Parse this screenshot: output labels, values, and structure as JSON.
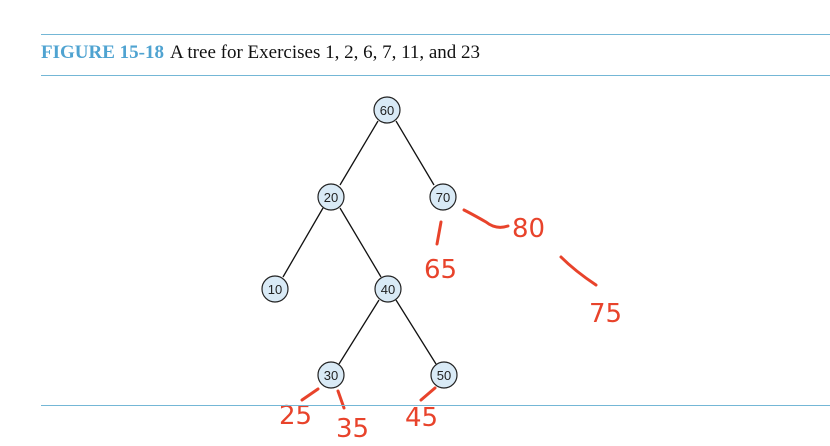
{
  "figure": {
    "label": "FIGURE 15-18",
    "caption": "A tree for Exercises 1, 2, 6, 7, 11, and 23"
  },
  "tree": {
    "nodes": [
      "60",
      "20",
      "70",
      "10",
      "40",
      "30",
      "50"
    ],
    "edges": [
      [
        "60",
        "20"
      ],
      [
        "60",
        "70"
      ],
      [
        "20",
        "10"
      ],
      [
        "20",
        "40"
      ],
      [
        "40",
        "30"
      ],
      [
        "40",
        "50"
      ]
    ]
  },
  "annotations": {
    "n65": "65",
    "n80": "80",
    "n75": "75",
    "n25": "25",
    "n35": "35",
    "n45": "45"
  },
  "colors": {
    "accent": "#4fa3d1",
    "rule": "#74b7d6",
    "node_fill": "#d9eaf6",
    "ink": "#e8432b"
  }
}
